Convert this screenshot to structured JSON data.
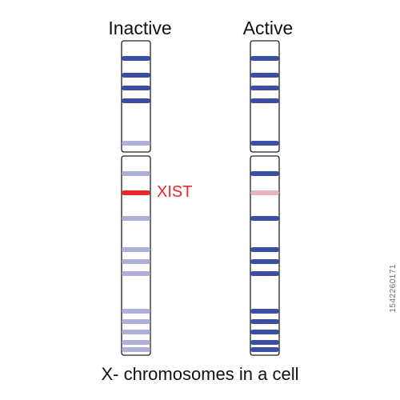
{
  "labels": {
    "inactive": "Inactive",
    "active": "Active",
    "gene": "XIST",
    "caption": "X- chromosomes in a cell",
    "stock_id": "1542260171"
  },
  "colors": {
    "band_strong": "#3a4fa3",
    "band_faded": "#aeb0da",
    "xist_on": "#e8262b",
    "xist_off": "#e8b3bb",
    "outline": "#222222"
  },
  "chromosomes": [
    {
      "name": "inactive",
      "upper_bands": [
        "strong",
        "strong",
        "strong",
        "strong",
        "faded"
      ],
      "lower_bands": [
        "faded",
        "xist_on",
        "faded",
        "faded",
        "faded",
        "faded",
        "faded",
        "faded",
        "faded",
        "faded",
        "faded"
      ]
    },
    {
      "name": "active",
      "upper_bands": [
        "strong",
        "strong",
        "strong",
        "strong",
        "strong"
      ],
      "lower_bands": [
        "strong",
        "xist_off",
        "strong",
        "strong",
        "strong",
        "strong",
        "strong",
        "strong",
        "strong",
        "strong",
        "strong"
      ]
    }
  ]
}
